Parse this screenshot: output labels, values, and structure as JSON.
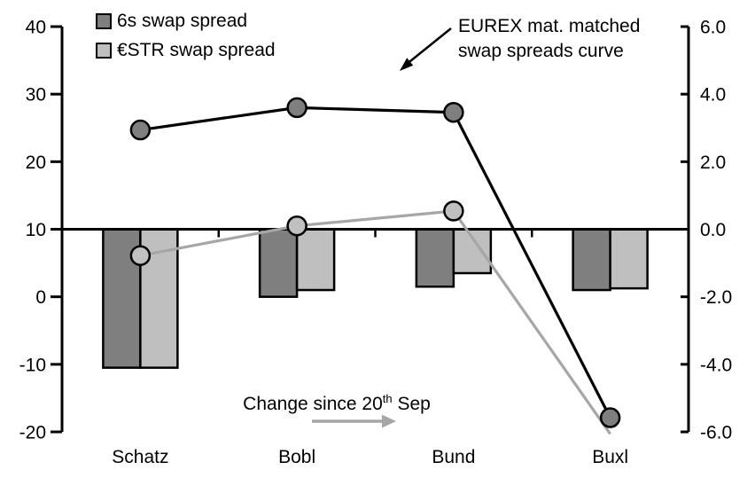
{
  "legend": {
    "items": [
      {
        "label": "6s swap spread",
        "color": "#7f7f7f"
      },
      {
        "label": "€STR swap spread",
        "color": "#bfbfbf"
      }
    ]
  },
  "annotations": {
    "curve_label_line1": "EUREX mat. matched",
    "curve_label_line2": "swap spreads curve",
    "change_prefix": "Change since 20",
    "change_sup": "th",
    "change_suffix": " Sep"
  },
  "colors": {
    "dark_gray": "#7f7f7f",
    "light_gray": "#bfbfbf",
    "gray_line": "#a6a6a6",
    "black": "#000000",
    "background": "#ffffff"
  },
  "chart_data": {
    "type": "combo-bar-line",
    "categories": [
      "Schatz",
      "Bobl",
      "Bund",
      "Buxl"
    ],
    "left_axis": {
      "min": -20,
      "max": 40,
      "tick_values": [
        40,
        30,
        20,
        10,
        0,
        -10,
        -20
      ],
      "tick_labels": [
        "40",
        "30",
        "20",
        "10",
        "0",
        "-10",
        "-20"
      ]
    },
    "right_axis": {
      "min": -6,
      "max": 6,
      "tick_values": [
        6,
        4,
        2,
        0,
        -2,
        -4,
        -6
      ],
      "tick_labels": [
        "6.0",
        "4.0",
        "2.0",
        "0.0",
        "-2.0",
        "-4.0",
        "-6.0"
      ]
    },
    "baseline_right_value": 0,
    "grid": false,
    "legend_position": "top-left",
    "bar_series": [
      {
        "name": "6s swap spread (change since 20th Sep)",
        "axis": "right",
        "color": "#7f7f7f",
        "values": [
          -4.1,
          -2.0,
          -1.7,
          -1.8
        ]
      },
      {
        "name": "€STR swap spread (change since 20th Sep)",
        "axis": "right",
        "color": "#bfbfbf",
        "values": [
          -4.1,
          -1.8,
          -1.3,
          -1.75
        ]
      }
    ],
    "line_series": [
      {
        "name": "€STR swap spread (EUREX mat. matched curve)",
        "axis": "left",
        "color": "#a6a6a6",
        "marker_fill": "#c0c0c0",
        "values": [
          6.1,
          10.5,
          12.7,
          -20.3
        ],
        "markers": [
          true,
          true,
          true,
          false
        ]
      },
      {
        "name": "6s swap spread (EUREX mat. matched curve)",
        "axis": "left",
        "color": "#000000",
        "marker_fill": "#7f7f7f",
        "values": [
          24.7,
          28.0,
          27.3,
          -17.9
        ],
        "markers": [
          true,
          true,
          true,
          true
        ]
      }
    ]
  }
}
